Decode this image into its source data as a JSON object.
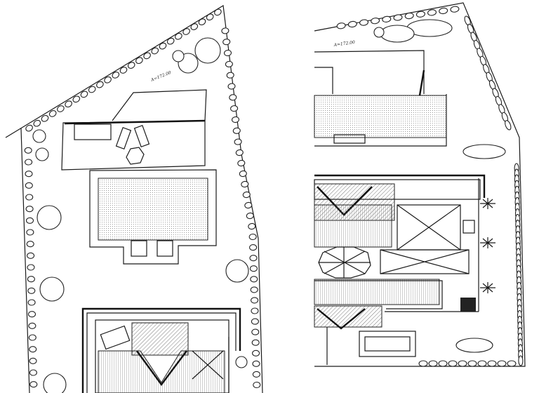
{
  "plans": [
    {
      "name": "left-site-plan",
      "area_label": "A=172.00",
      "stairs": [
        {
          "name": "garden-stair"
        },
        {
          "name": "pool-stair-left"
        },
        {
          "name": "pool-stair-right"
        }
      ]
    },
    {
      "name": "right-site-plan",
      "area_label": "A=172.00"
    }
  ],
  "colors": {
    "ink": "#1a1a1a",
    "paper": "#ffffff",
    "hatch": "#555555"
  }
}
